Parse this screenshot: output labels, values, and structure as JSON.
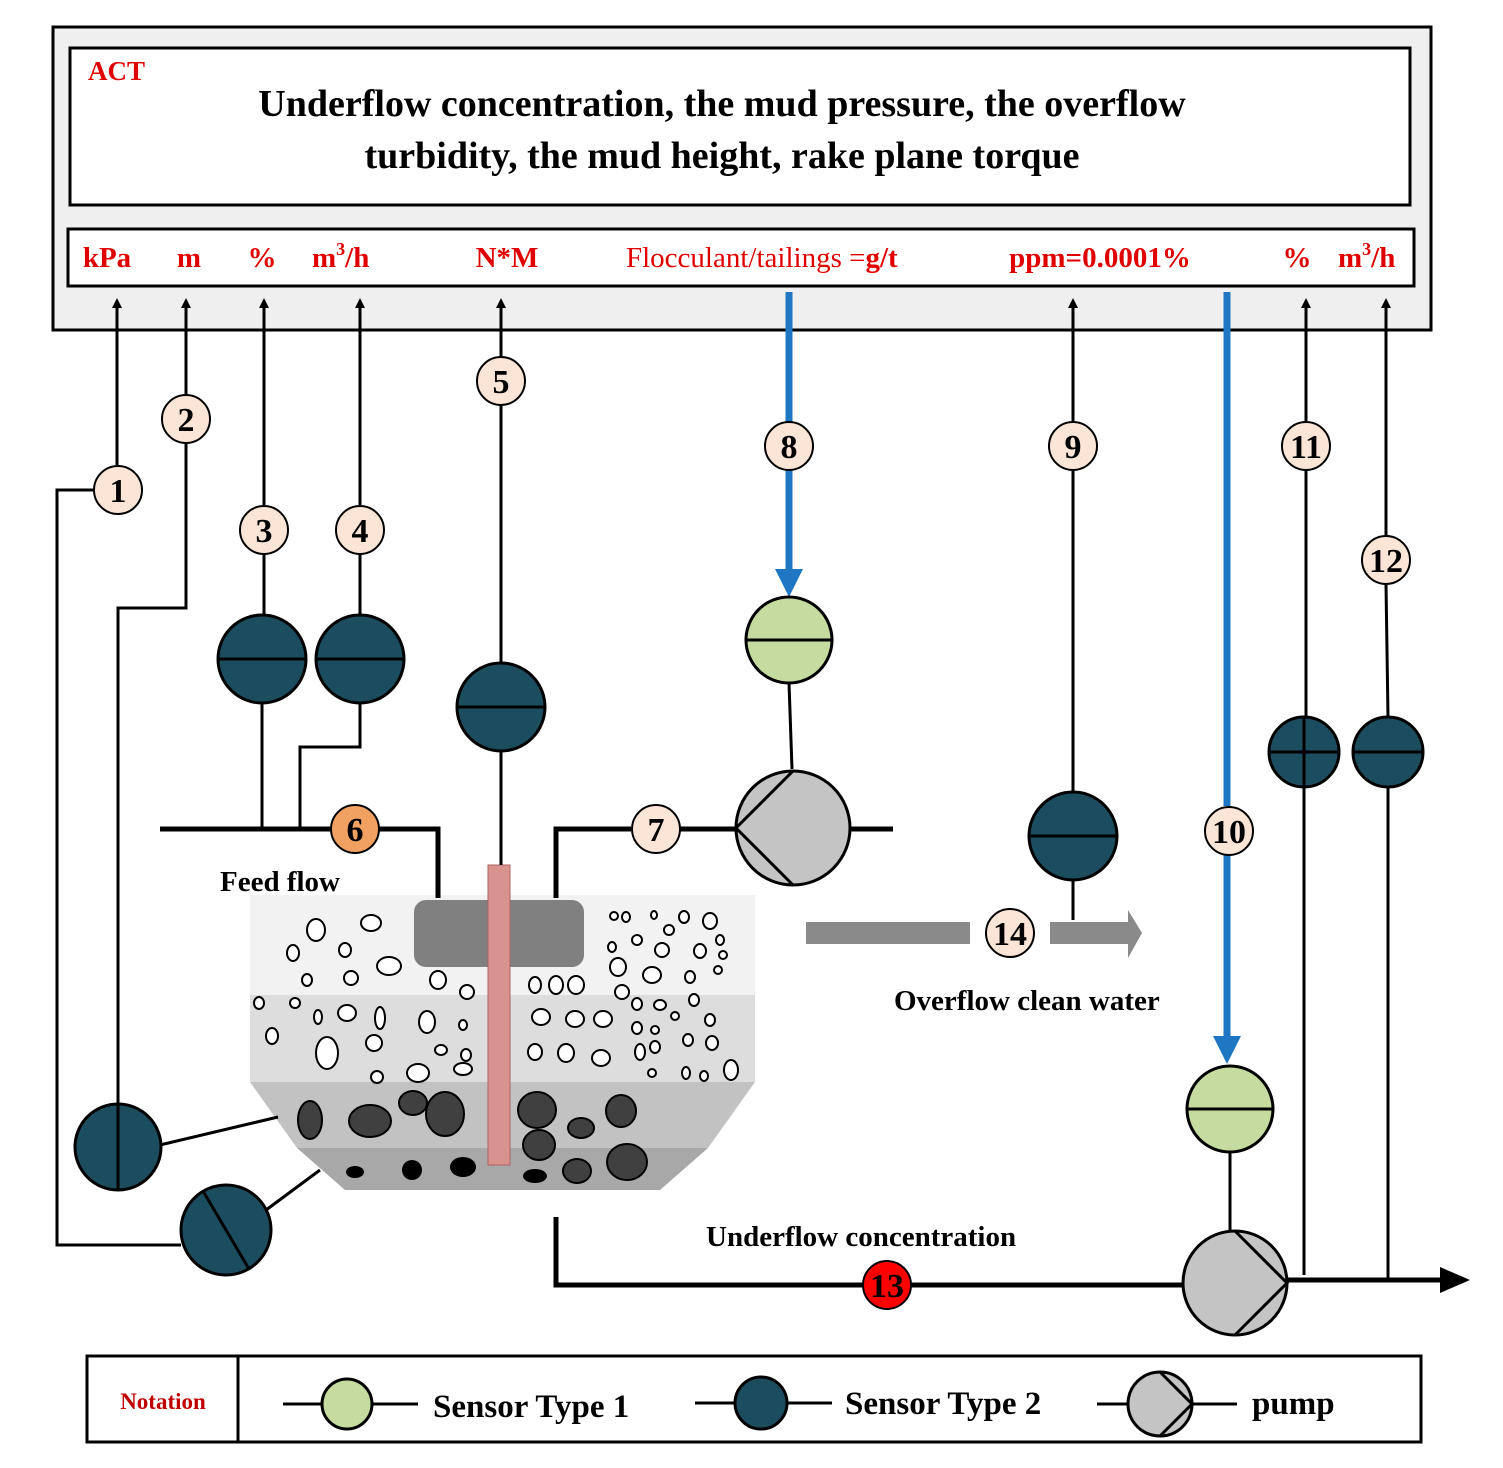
{
  "act_label": "ACT",
  "title_lines": [
    "Underflow concentration, the mud pressure, the overflow",
    "turbidity, the mud height, rake plane torque"
  ],
  "units": [
    "kPa",
    "m",
    "%",
    "m",
    "/h",
    "N*M",
    "Flocculant/tailings =",
    "g/t",
    "ppm=0.0001%",
    "%",
    "m",
    "/h"
  ],
  "superscripts": [
    "3",
    "3"
  ],
  "nodes": [
    "1",
    "2",
    "3",
    "4",
    "5",
    "6",
    "7",
    "8",
    "9",
    "10",
    "11",
    "12",
    "13",
    "14"
  ],
  "labels": {
    "feed_flow": "Feed flow",
    "overflow": "Overflow clean water",
    "underflow": "Underflow concentration"
  },
  "legend": {
    "title": "Notation",
    "sensor1": "Sensor Type 1",
    "sensor2": "Sensor Type 2",
    "pump": "pump"
  },
  "colors": {
    "accent_red": "#e00000",
    "sensor_type_1": "#c6dba0",
    "sensor_type_2": "#1c4d5e",
    "pump": "#c4c4c4",
    "node_fill": "#fbe5d6",
    "node_6": "#f0a060",
    "node_13": "#ff0000",
    "flocculant_line": "#1f77c4"
  }
}
